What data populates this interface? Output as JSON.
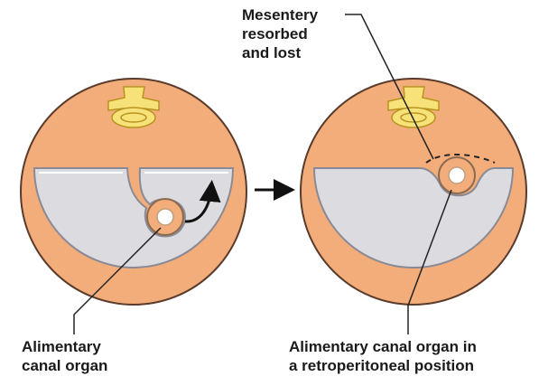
{
  "labels": {
    "left_organ": "Alimentary\ncanal organ",
    "mesentery": "Mesentery\nresorbed\nand lost",
    "right_organ": "Alimentary canal organ in\na retroperitoneal position"
  },
  "colors": {
    "body_wall": "#f2ad7a",
    "body_outline": "#5a3a2a",
    "vertebra": "#f7e27a",
    "vertebra_outline": "#b8941f",
    "cavity": "#dcdce0",
    "cavity_outline": "#8a8a96",
    "leader_line": "#222222"
  },
  "icons": {
    "left_arrow": "curved-arrow-icon",
    "between_panels": "right-arrow-icon"
  }
}
